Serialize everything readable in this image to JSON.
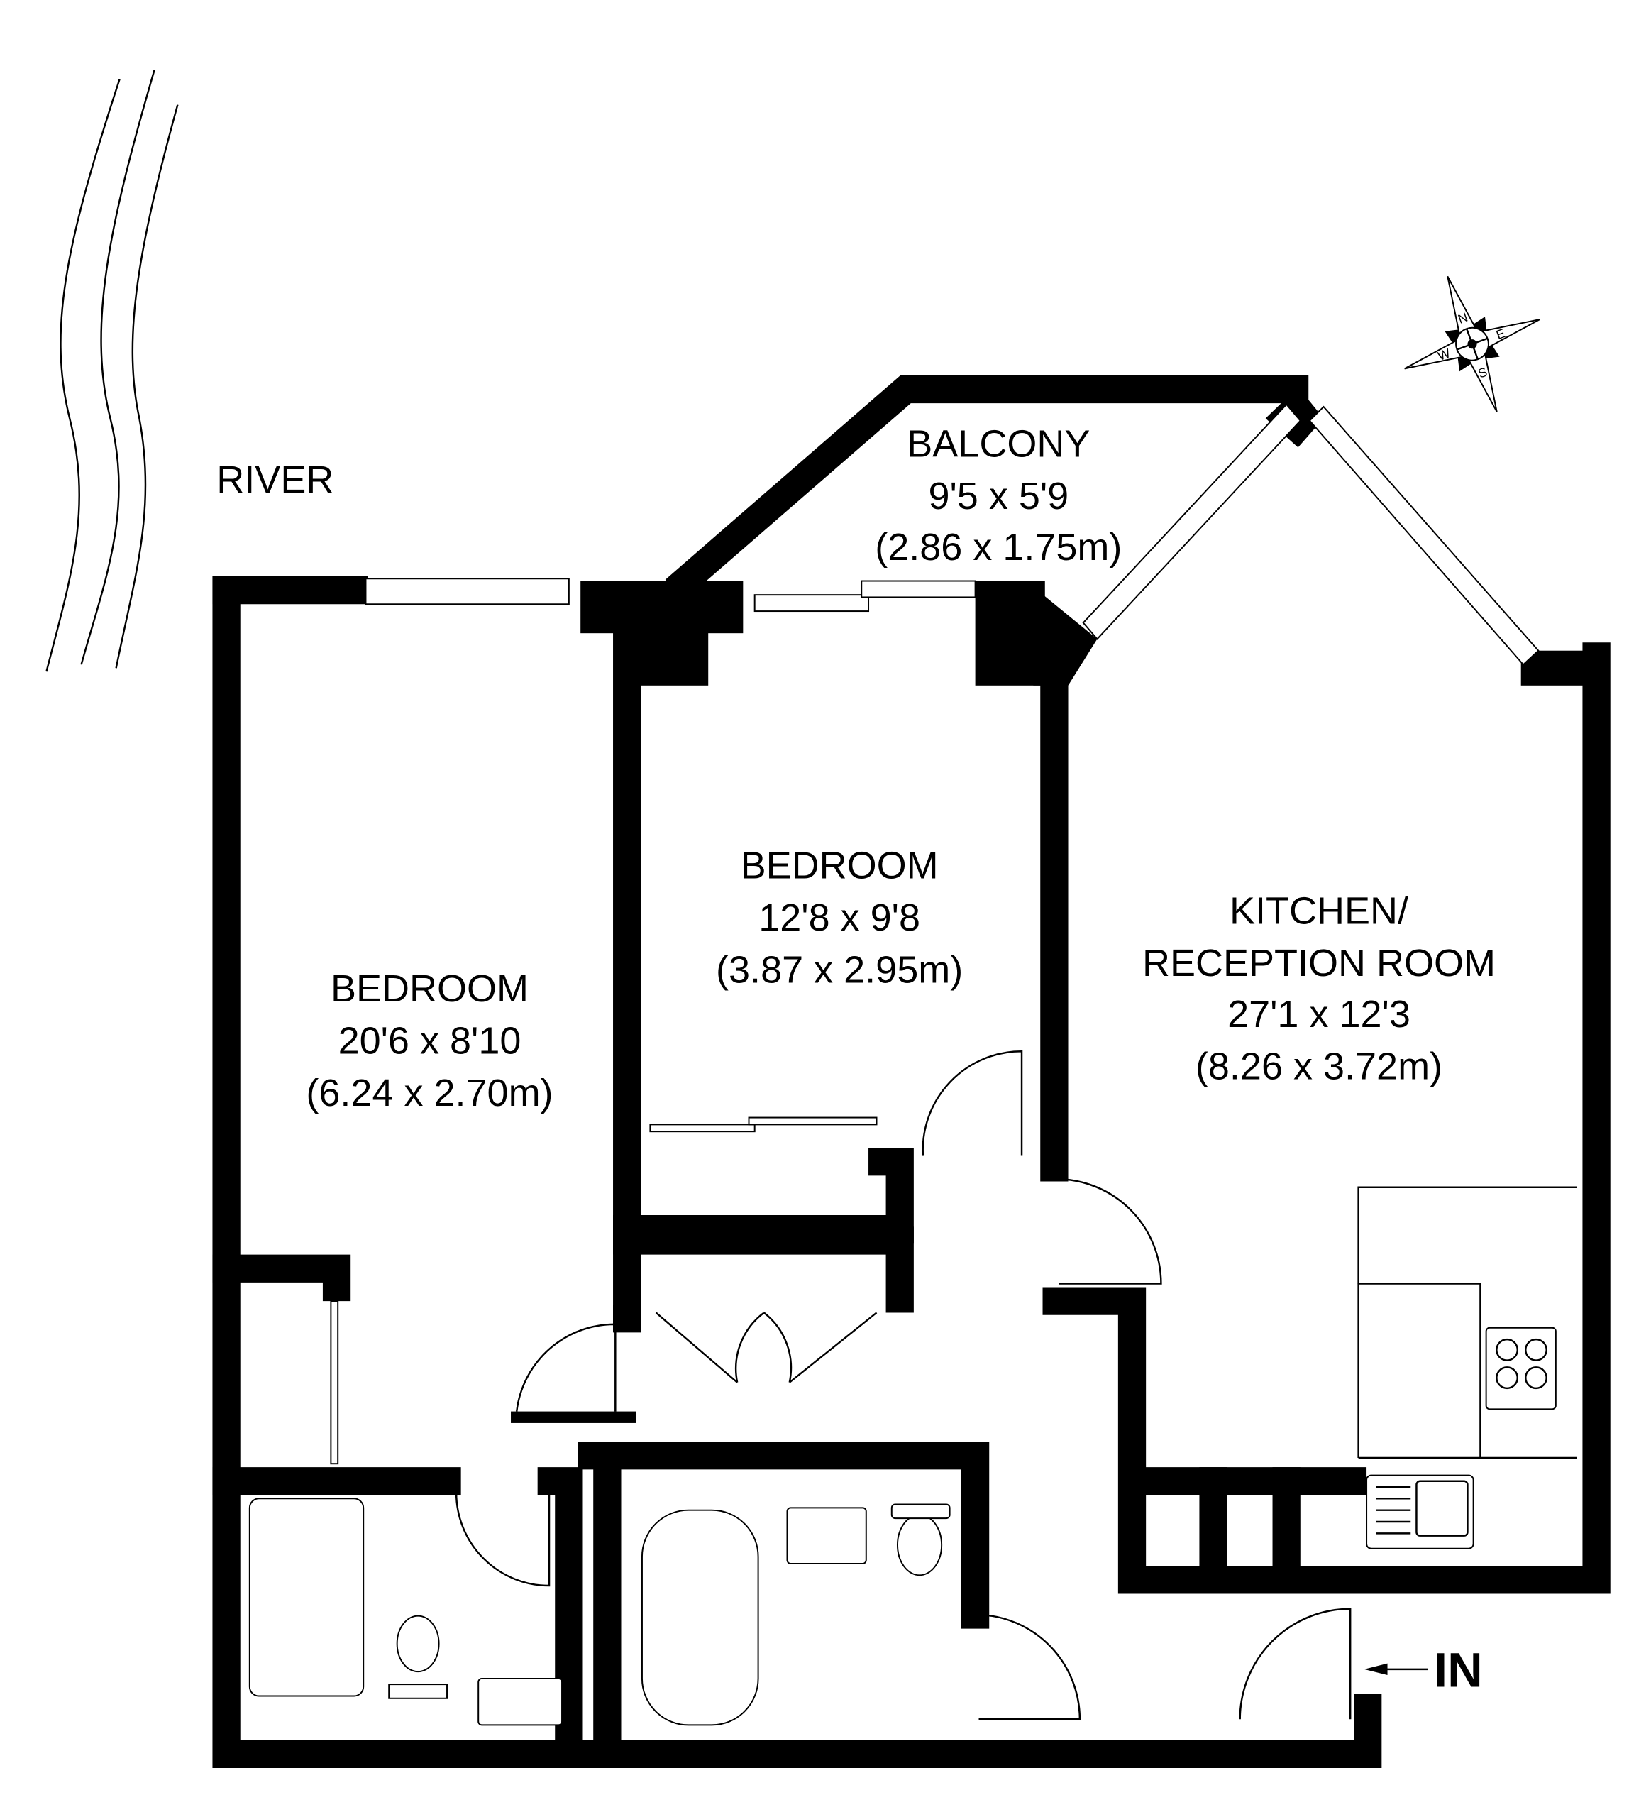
{
  "title": "Floor plan",
  "river_label": "RIVER",
  "rooms": {
    "balcony": {
      "name": "BALCONY",
      "imperial": "9'5 x 5'9",
      "metric": "(2.86 x 1.75m)"
    },
    "bedroom_1": {
      "name": "BEDROOM",
      "imperial": "20'6 x 8'10",
      "metric": "(6.24 x 2.70m)"
    },
    "bedroom_2": {
      "name": "BEDROOM",
      "imperial": "12'8 x 9'8",
      "metric": "(3.87 x 2.95m)"
    },
    "kitchen": {
      "name_line1": "KITCHEN/",
      "name_line2": "RECEPTION ROOM",
      "imperial": "27'1 x 12'3",
      "metric": "(8.26 x 3.72m)"
    }
  },
  "entrance_label": "IN",
  "compass": {
    "n": "N",
    "e": "E",
    "s": "S",
    "w": "W"
  },
  "colors": {
    "wall": "#000000",
    "background": "#ffffff"
  }
}
